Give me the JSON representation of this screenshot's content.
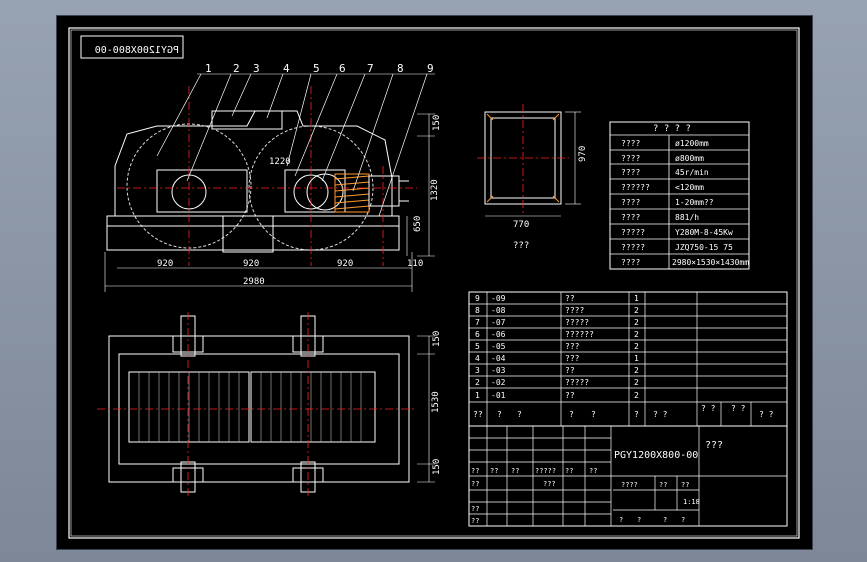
{
  "drawing_code": "PGY1200X800-00",
  "balloons": [
    "1",
    "2",
    "3",
    "4",
    "5",
    "6",
    "7",
    "8",
    "9"
  ],
  "dims_front": {
    "d150": "150",
    "d1320": "1320",
    "d1220": "1220",
    "d650": "650",
    "d920a": "920",
    "d920b": "920",
    "d920c": "920",
    "d110": "110",
    "d2980": "2980"
  },
  "dims_side": {
    "d770": "770",
    "d970": "970",
    "caption": "???"
  },
  "dims_top": {
    "d150a": "150",
    "d1530": "1530",
    "d150b": "150"
  },
  "spec_table": {
    "title": "? ? ? ?",
    "rows": [
      {
        "k": "????",
        "v": "ø1200mm"
      },
      {
        "k": "????",
        "v": "ø800mm"
      },
      {
        "k": "????",
        "v": "45r/min"
      },
      {
        "k": "??????",
        "v": "<120mm"
      },
      {
        "k": "????",
        "v": "1-20mm??"
      },
      {
        "k": "????",
        "v": "881/h"
      },
      {
        "k": "?????",
        "v": "Y280M-8-45Kw"
      },
      {
        "k": "?????",
        "v": "JZQ750-15 75"
      },
      {
        "k": "????",
        "v": "2980×1530×1430mm"
      }
    ]
  },
  "parts_list": [
    {
      "no": "9",
      "code": "-09",
      "name": "??",
      "qty": "1"
    },
    {
      "no": "8",
      "code": "-08",
      "name": "????",
      "qty": "2"
    },
    {
      "no": "7",
      "code": "-07",
      "name": "?????",
      "qty": "2"
    },
    {
      "no": "6",
      "code": "-06",
      "name": "??????",
      "qty": "2"
    },
    {
      "no": "5",
      "code": "-05",
      "name": "???",
      "qty": "2"
    },
    {
      "no": "4",
      "code": "-04",
      "name": "???",
      "qty": "1"
    },
    {
      "no": "3",
      "code": "-03",
      "name": "??",
      "qty": "2"
    },
    {
      "no": "2",
      "code": "-02",
      "name": "?????",
      "qty": "2"
    },
    {
      "no": "1",
      "code": "-01",
      "name": "??",
      "qty": "2"
    }
  ],
  "parts_header": [
    "??",
    "?",
    "?",
    "?",
    "?",
    "?",
    "? ?",
    "? ?",
    "? ?",
    "? ?"
  ],
  "title_block": {
    "code": "PGY1200X800-00",
    "name": "???",
    "row_a": [
      "??",
      "??",
      "??",
      "?????",
      "??",
      "??"
    ],
    "row_b": [
      "??",
      "???"
    ],
    "row_c": "??",
    "row_d": "??",
    "stage": "????",
    "weight": "??",
    "scale": "??",
    "scale_val": "1:18",
    "sheet": [
      "?",
      "?",
      "?",
      "?"
    ]
  }
}
